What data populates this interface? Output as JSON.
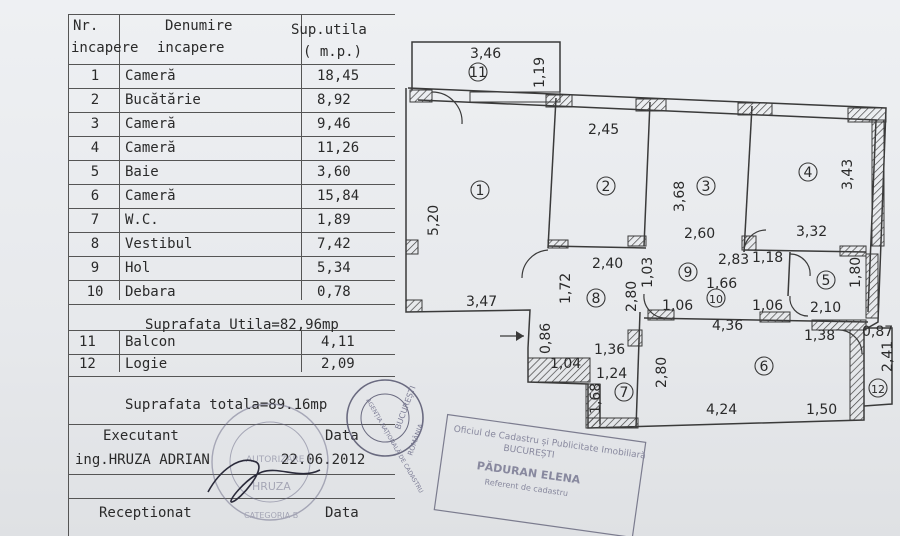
{
  "table": {
    "header": {
      "nr_line1": "Nr.",
      "nr_line2": "incapere",
      "den_line1": "Denumire",
      "den_line2": "incapere",
      "sup_line1": "Sup.utila",
      "sup_line2": "( m.p.)"
    },
    "rooms": [
      {
        "nr": "1",
        "name": "Cameră",
        "area": "18,45"
      },
      {
        "nr": "2",
        "name": "Bucătărie",
        "area": "8,92"
      },
      {
        "nr": "3",
        "name": "Cameră",
        "area": "9,46"
      },
      {
        "nr": "4",
        "name": "Cameră",
        "area": "11,26"
      },
      {
        "nr": "5",
        "name": "Baie",
        "area": "3,60"
      },
      {
        "nr": "6",
        "name": "Cameră",
        "area": "15,84"
      },
      {
        "nr": "7",
        "name": "W.C.",
        "area": "1,89"
      },
      {
        "nr": "8",
        "name": "Vestibul",
        "area": "7,42"
      },
      {
        "nr": "9",
        "name": "Hol",
        "area": "5,34"
      },
      {
        "nr": "10",
        "name": "Debara",
        "area": "0,78"
      }
    ],
    "useful_total": "Suprafata Utila=82,96mp",
    "extras": [
      {
        "nr": "11",
        "name": "Balcon",
        "area": "4,11"
      },
      {
        "nr": "12",
        "name": "Logie",
        "area": "2,09"
      }
    ],
    "grand_total": "Suprafata totala=89.16mp",
    "executant_label": "Executant",
    "data_label": "Data",
    "executant_name": "ing.HRUZA ADRIAN",
    "executant_date": "22.06.2012",
    "receptionat_label": "Receptionat",
    "receptionat_data_label": "Data"
  },
  "plan": {
    "dimensions": [
      "3,46",
      "1,19",
      "2,45",
      "3,43",
      "5,20",
      "3,68",
      "2,60",
      "3,32",
      "2,83",
      "1,18",
      "2,40",
      "1,03",
      "1,66",
      "1,80",
      "1,72",
      "2,80",
      "1,06",
      "1,06",
      "2,10",
      "3,47",
      "4,36",
      "1,38",
      "0,87",
      "0,86",
      "1,36",
      "2,41",
      "1,04",
      "1,24",
      "2,80",
      "1,68",
      "4,24",
      "1,50"
    ],
    "room_numbers": [
      "1",
      "2",
      "3",
      "4",
      "5",
      "6",
      "7",
      "8",
      "9",
      "10",
      "11",
      "12"
    ]
  },
  "stamps": {
    "ancpi_line1": "Oficiul de Cadastru și Publicitate Imobiliară",
    "ancpi_line2": "BUCUREȘTI",
    "ancpi_name": "PĂDURAN ELENA",
    "ancpi_line3": "Referent de cadastru",
    "round_city": "BUCUREȘTI",
    "round_country": "ROMÂNIA",
    "round_agency": "AGENȚIA NAȚIONALĂ DE CADASTRU",
    "auth_text1": "AUTORIZARE",
    "auth_name": "HRUZA",
    "auth_cat": "CATEGORIA B"
  }
}
